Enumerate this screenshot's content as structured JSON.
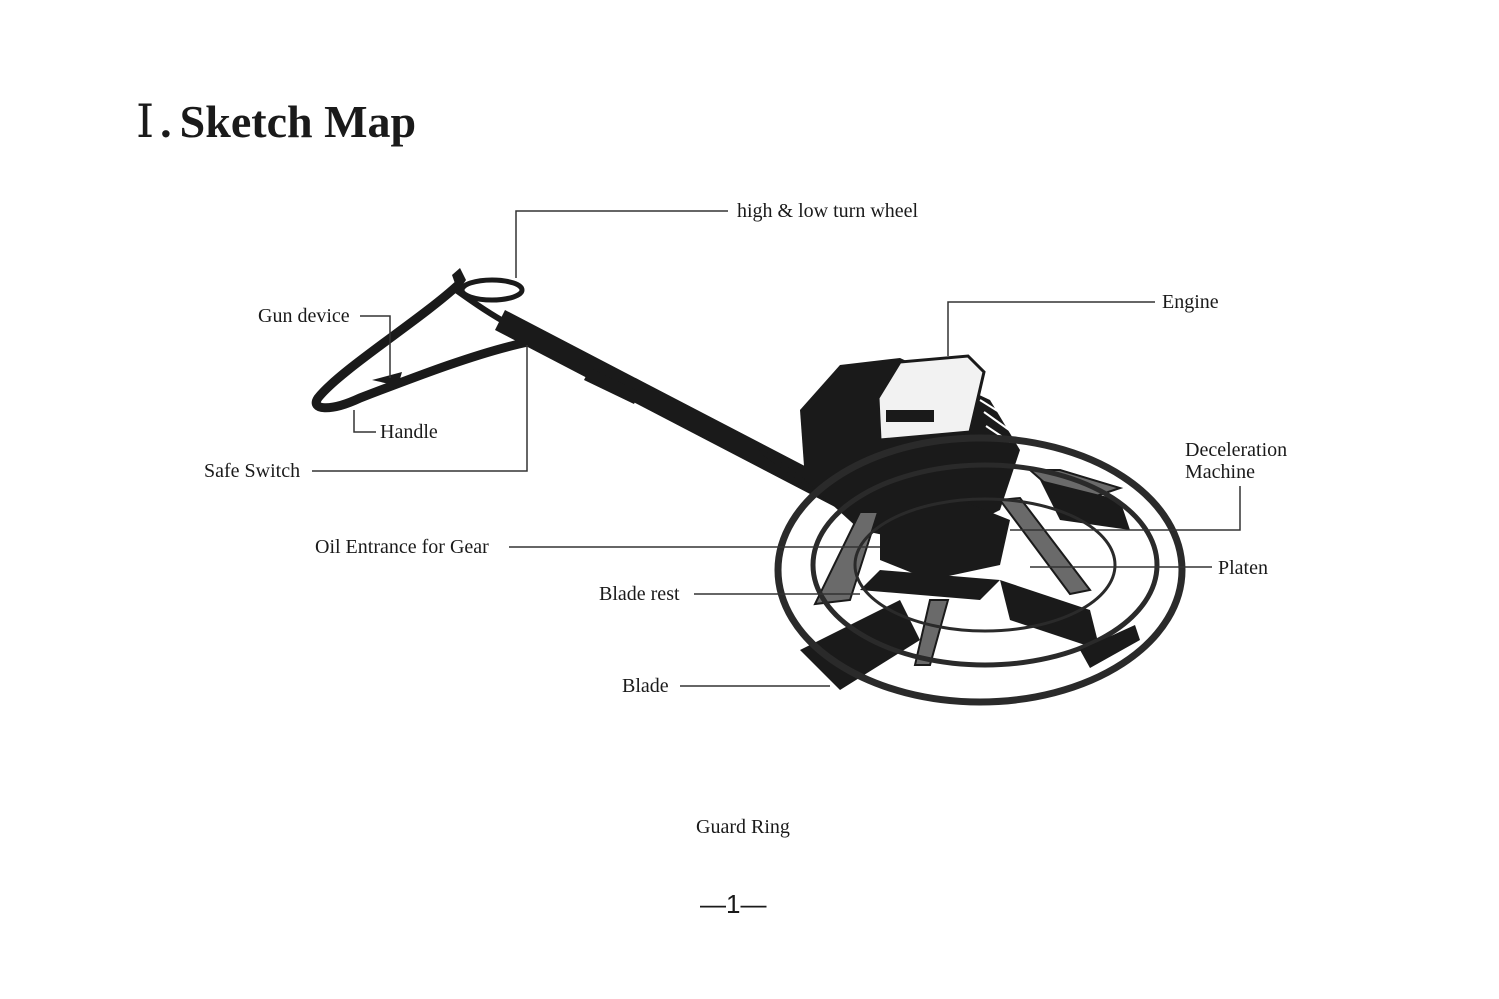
{
  "heading": {
    "numeral": "Ⅰ",
    "separator": ".",
    "title": "Sketch Map"
  },
  "labels": {
    "turn_wheel": "high & low turn wheel",
    "engine": "Engine",
    "gun_device": "Gun device",
    "handle": "Handle",
    "safe_switch": "Safe Switch",
    "deceleration_machine_line1": "Deceleration",
    "deceleration_machine_line2": "Machine",
    "oil_entrance": "Oil Entrance for Gear",
    "platen": "Platen",
    "blade_rest": "Blade rest",
    "blade": "Blade",
    "guard_ring": "Guard Ring"
  },
  "page_number": "—1—"
}
